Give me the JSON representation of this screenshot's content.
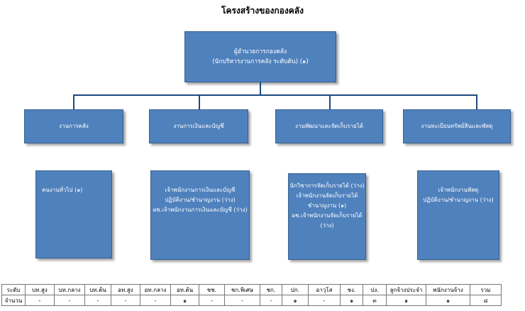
{
  "title": "โครงสร้างของกองคลัง",
  "director": {
    "line1": "ผู้อำนวยการกองคลัง",
    "line2": "(นักบริหารงานการคลัง ระดับต้น) (๑)"
  },
  "sections": [
    {
      "name": "งานการคลัง",
      "lines": [
        "คนงานทั่วไป (๑)"
      ]
    },
    {
      "name": "งานการเงินและบัญชี",
      "lines": [
        "เจ้าพนักงานการเงินและบัญชี",
        "ปฏิบัติงาน/ชำนาญงาน (ว่าง)",
        "ผช.เจ้าพนักงานการเงินและบัญชี (ว่าง)"
      ]
    },
    {
      "name": "งานพัฒนาและจัดเก็บรายได้",
      "lines": [
        "นักวิชาการจัดเก็บรายได้ (ว่าง)",
        "เจ้าพนักงานจัดเก็บรายได้",
        "ชำนาญงาน (๑)",
        "ผช.เจ้าพนักงานจัดเก็บรายได้",
        "(ว่าง)"
      ]
    },
    {
      "name": "งานทะเบียนทรัพย์สินและพัสดุ",
      "lines": [
        "เจ้าพนักงานพัสดุ",
        "ปฏิบัติงาน/ชำนาญงาน (ว่าง)"
      ]
    }
  ],
  "summary": {
    "header": [
      "ระดับ",
      "บท.สูง",
      "บท.กลาง",
      "บท.ต้น",
      "อท.สูง",
      "อท.กลาง",
      "อท.ต้น",
      "ชช.",
      "ชก.พิเศษ",
      "ชก.",
      "ปก.",
      "อาวุโส",
      "ชง.",
      "ปง.",
      "ลูกจ้างประจำ",
      "พนักงานจ้าง",
      "รวม"
    ],
    "row": [
      "จำนวน",
      "-",
      "-",
      "-",
      "-",
      "-",
      "๑",
      "-",
      "-",
      "-",
      "๑",
      "-",
      "๑",
      "๓",
      "๑",
      "๑",
      "๘"
    ]
  },
  "colors": {
    "box_fill": "#4f81bd",
    "box_border": "#365f91",
    "connector": "#1f497d"
  }
}
